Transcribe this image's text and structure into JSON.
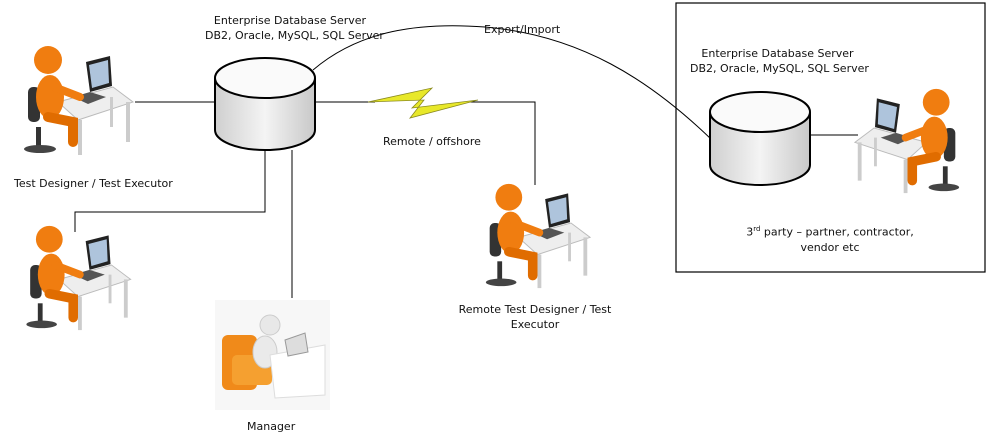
{
  "left_db": {
    "line1": "Enterprise Database Server",
    "line2": "DB2, Oracle, MySQL, SQL Server"
  },
  "right_db": {
    "line1": "Enterprise Database Server",
    "line2": "DB2, Oracle, MySQL, SQL Server"
  },
  "export_label": "Export/Import",
  "remote_label": "Remote / offshore",
  "test_designer_label": "Test Designer / Test Executor",
  "remote_tester_label": {
    "line1": "Remote Test Designer / Test",
    "line2": "Executor"
  },
  "third_party": {
    "prefix": "3",
    "sup": "rd",
    "line1_rest": " party – partner, contractor,",
    "line2": "vendor etc"
  },
  "manager_label": "Manager",
  "colors": {
    "person": "#f07d10",
    "bolt": "#e8e82a",
    "line": "#000000"
  }
}
